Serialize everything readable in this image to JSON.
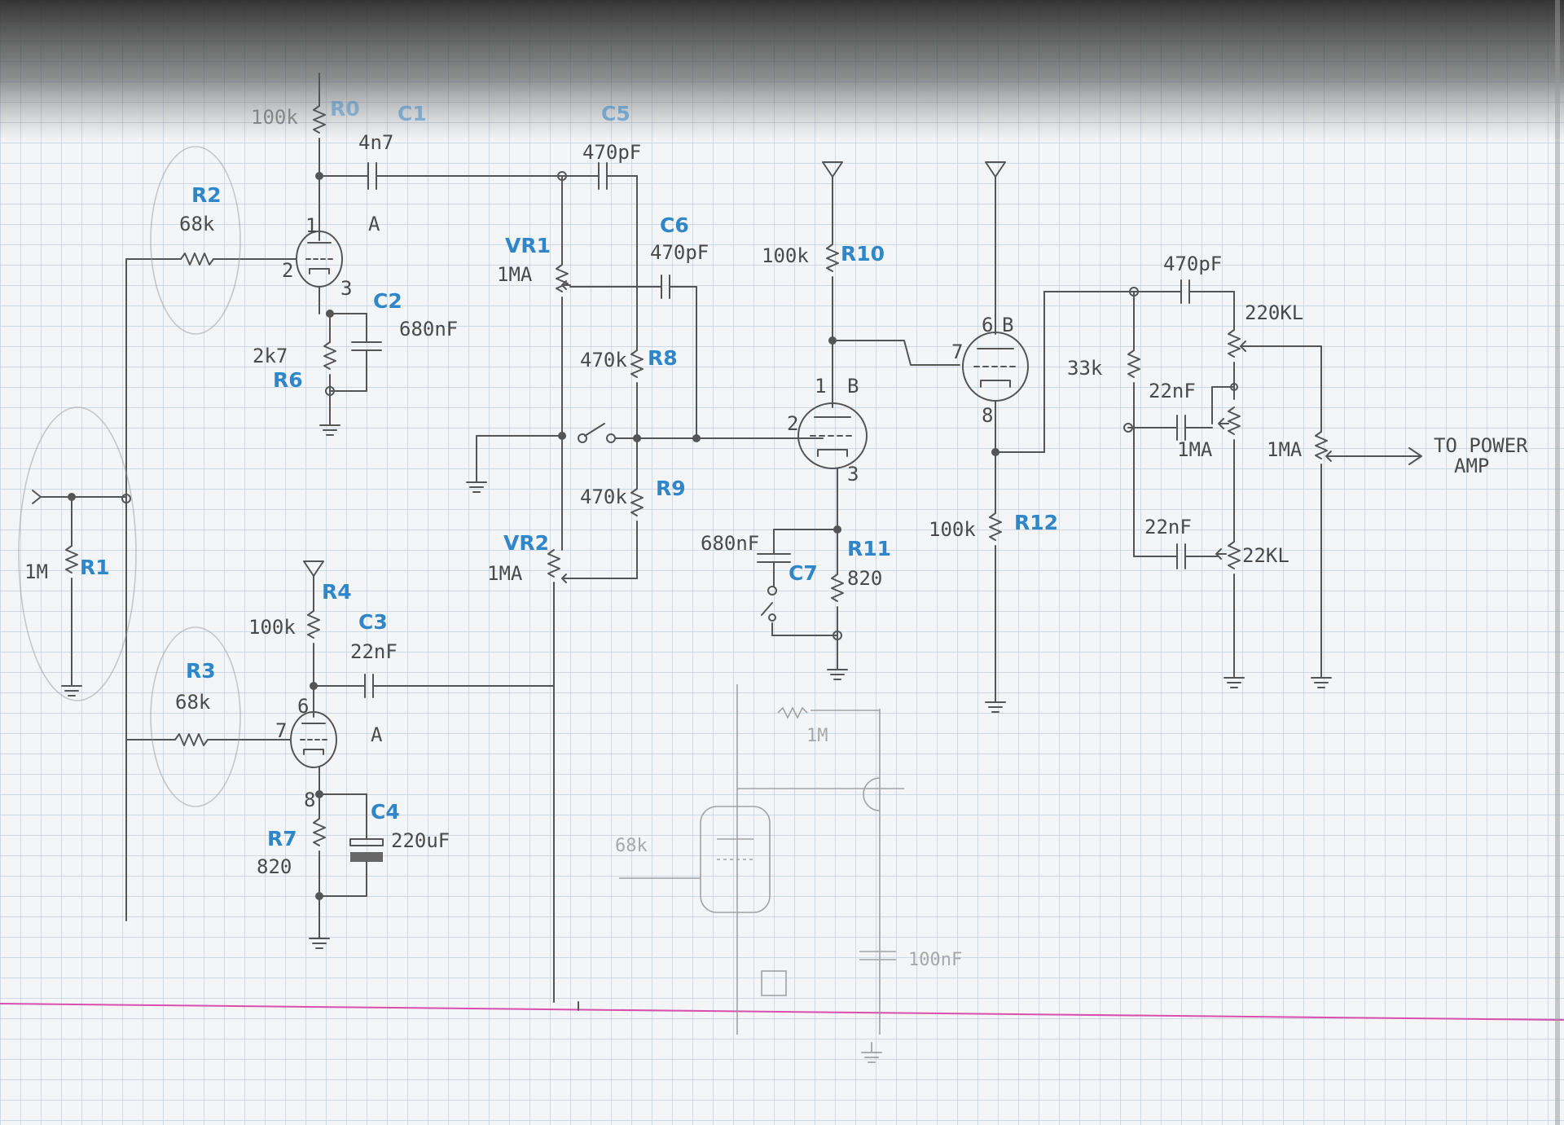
{
  "labels": {
    "r0_val": "100k",
    "r0_ref": "R0",
    "c1_ref": "C1",
    "c1_val": "4n7",
    "c5_ref": "C5",
    "c5_val": "470pF",
    "r2_ref": "R2",
    "r2_val": "68k",
    "v1_pin1": "1",
    "v1_pin2": "2",
    "v1_pin3": "3",
    "v1_tag": "A",
    "c2_ref": "C2",
    "c2_val": "680nF",
    "r6_val": "2k7",
    "r6_ref": "R6",
    "vr1_ref": "VR1",
    "vr1_val": "1MA",
    "c6_ref": "C6",
    "c6_val": "470pF",
    "r8_val": "470k",
    "r8_ref": "R8",
    "r9_val": "470k",
    "r9_ref": "R9",
    "vr2_ref": "VR2",
    "vr2_val": "1MA",
    "r10_val": "100k",
    "r10_ref": "R10",
    "v2_pin1": "1",
    "v2_pin2": "2",
    "v2_pin3": "3",
    "v2_tag": "B",
    "c7_val": "680nF",
    "c7_ref": "C7",
    "r11_ref": "R11",
    "r11_val": "820",
    "v3_pin6": "6",
    "v3_pin7": "7",
    "v3_pin8": "8",
    "v3_tag": "B",
    "r12_val": "100k",
    "r12_ref": "R12",
    "tone_c1": "470pF",
    "tone_r1": "220KL",
    "tone_r2": "33k",
    "tone_c2": "22nF",
    "tone_vr1": "1MA",
    "tone_vr2": "1MA",
    "tone_c3": "22nF",
    "tone_r3": "22KL",
    "out_line1": "TO POWER",
    "out_line2": "AMP",
    "r1_val": "1M",
    "r1_ref": "R1",
    "r4_ref": "R4",
    "r4_val": "100k",
    "c3_ref": "C3",
    "c3_val": "22nF",
    "r3_ref": "R3",
    "r3_val": "68k",
    "v4_pin6": "6",
    "v4_pin7": "7",
    "v4_pin8": "8",
    "v4_tag": "A",
    "c4_ref": "C4",
    "c4_val": "220uF",
    "r7_ref": "R7",
    "r7_val": "820",
    "ghost_r": "1M",
    "ghost_r2": "68k",
    "ghost_c": "100nF"
  },
  "colors": {
    "pencil": "#4a4a4a",
    "label_blue": "#2f86c8",
    "grid": "#b9c8dc",
    "margin_line": "#d94fb0",
    "shadow": "#3a3a3a"
  }
}
